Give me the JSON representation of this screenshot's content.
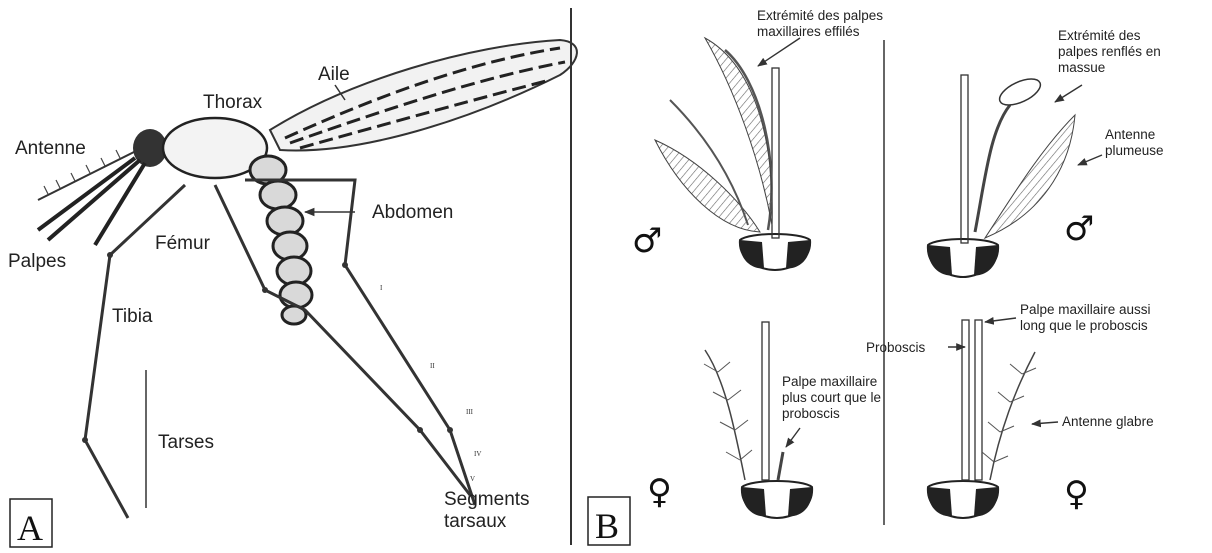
{
  "panel_a": {
    "letter": "A",
    "labels": {
      "antenne": "Antenne",
      "thorax": "Thorax",
      "aile": "Aile",
      "abdomen": "Abdomen",
      "palpes": "Palpes",
      "femur": "Fémur",
      "tibia": "Tibia",
      "tarses": "Tarses",
      "segments_line1": "Segments",
      "segments_line2": "tarsaux"
    },
    "roman_numerals": [
      "I",
      "II",
      "III",
      "IV",
      "V"
    ]
  },
  "panel_b": {
    "letter": "B",
    "male_symbol": "♂",
    "female_symbol": "♀",
    "labels": {
      "extremite_effiles_1": "Extrémité des palpes",
      "extremite_effiles_2": "maxillaires effilés",
      "extremite_renfles_1": "Extrémité des",
      "extremite_renfles_2": "palpes renflés en",
      "extremite_renfles_3": "massue",
      "antenne_plumeuse_1": "Antenne",
      "antenne_plumeuse_2": "plumeuse",
      "palpe_long_1": "Palpe maxillaire aussi",
      "palpe_long_2": "long que le proboscis",
      "proboscis": "Proboscis",
      "palpe_court_1": "Palpe maxillaire",
      "palpe_court_2": "plus court que le",
      "palpe_court_3": "proboscis",
      "antenne_glabre": "Antenne glabre"
    }
  }
}
